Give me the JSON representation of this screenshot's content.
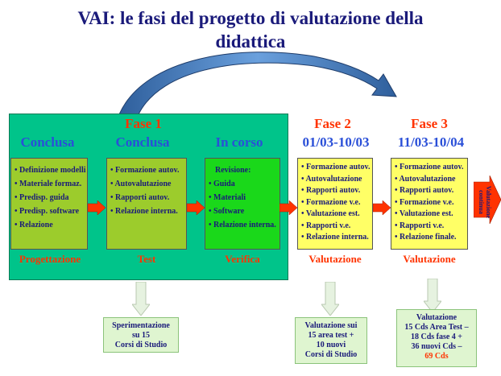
{
  "title": {
    "line1": "VAI: le fasi del progetto di valutazione della",
    "line2": "didattica"
  },
  "phases": {
    "fase1": "Fase 1",
    "fase2": "Fase 2",
    "fase3": "Fase 3",
    "fase2_dates": "01/03-10/03",
    "fase3_dates": "11/03-10/04"
  },
  "status": {
    "progettazione": "Conclusa",
    "test": "Conclusa",
    "verifica": "In corso"
  },
  "boxes": {
    "progettazione": [
      "Definizione modelli",
      "Materiale formaz.",
      "Predisp. guida",
      "Predisp. software",
      "Relazione"
    ],
    "test": [
      "Formazione autov.",
      "Autovalutazione",
      "Rapporti autov.",
      "Relazione interna."
    ],
    "verifica_head": "Revisione:",
    "verifica": [
      "Guida",
      "Materiali",
      "Software",
      "Relazione interna."
    ],
    "valutazione1": [
      "Formazione autov.",
      "Autovalutazione",
      "Rapporti autov.",
      "Formazione v.e.",
      "Valutazione est.",
      "Rapporti v.e.",
      "Relazione interna."
    ],
    "valutazione2": [
      "Formazione autov.",
      "Autovalutazione",
      "Rapporti autov.",
      "Formazione v.e.",
      "Valutazione est.",
      "Rapporti v.e.",
      "Relazione finale."
    ]
  },
  "labels": {
    "progettazione": "Progettazione",
    "test": "Test",
    "verifica": "Verifica",
    "valutazione1": "Valutazione",
    "valutazione2": "Valutazione",
    "continua": "Valutazione continua"
  },
  "notes": {
    "n1": [
      "Sperimentazione",
      "su 15",
      "Corsi di Studio"
    ],
    "n2": [
      "Valutazione sui",
      "15 area test +",
      "10 nuovi",
      "Corsi di Studio"
    ],
    "n3": [
      "Valutazione",
      "15 Cds Area Test –",
      "18 Cds fase 4 +",
      "36 nuovi Cds –"
    ],
    "n3_total": "69 Cds"
  },
  "colors": {
    "title": "#1a1a7a",
    "panel": "#00c48a",
    "status_blue": "#2a4fd8",
    "phase_red": "#ff3300",
    "box_olive": "#9ccc2c",
    "box_lime": "#1ad81a",
    "box_yellow": "#ffff66",
    "arrow_red": "#ff3300",
    "curve_arrow": "#4a86c8"
  }
}
